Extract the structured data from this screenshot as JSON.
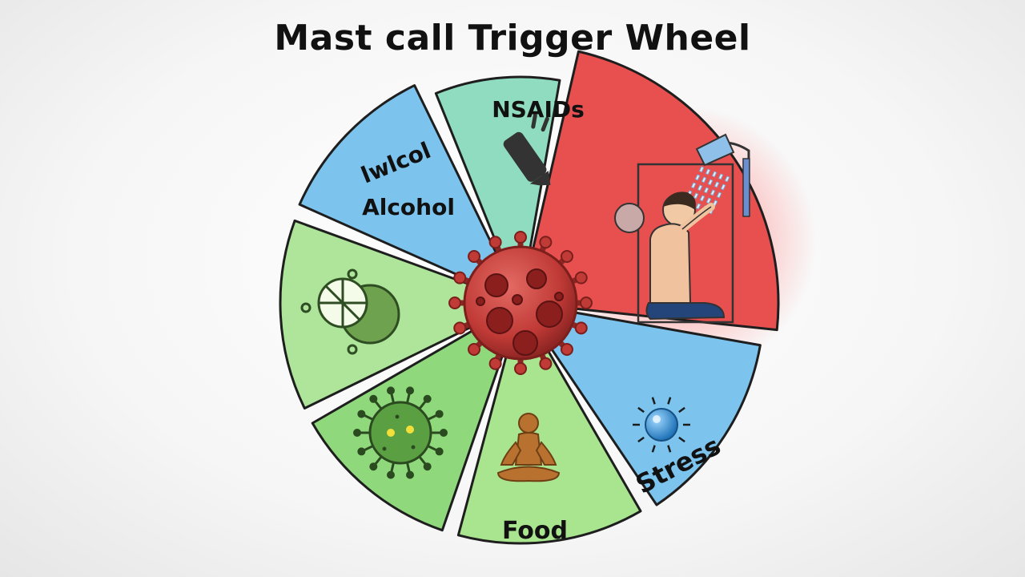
{
  "title": "Mast call Trigger Wheel",
  "segments": [
    {
      "id": "nsaids",
      "label": "NSAIDs",
      "color": "#8fdcc0",
      "icon": "pill-icon"
    },
    {
      "id": "heat",
      "label": "",
      "color": "#e85050",
      "icon": "shower-person-icon"
    },
    {
      "id": "stress",
      "label": "Stress",
      "color": "#7cc4ee",
      "icon": "bubble-icon"
    },
    {
      "id": "food",
      "label": "Food",
      "color": "#a9e48f",
      "icon": "meditation-person-icon"
    },
    {
      "id": "virus",
      "label": "",
      "color": "#8fd87c",
      "icon": "virus-icon"
    },
    {
      "id": "citrus",
      "label": "",
      "color": "#aee59a",
      "icon": "citrus-icon"
    },
    {
      "id": "alcohol",
      "label": "Alcohol",
      "sublabel": "lwlcol",
      "color": "#7cc4ee",
      "icon": "bottle-icon"
    }
  ],
  "center": {
    "icon": "mast-cell-icon",
    "color": "#c9403e"
  }
}
